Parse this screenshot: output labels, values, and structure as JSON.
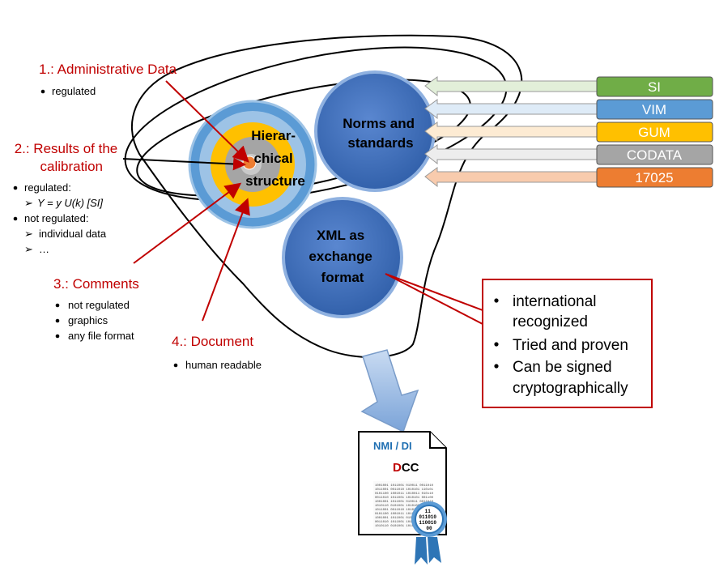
{
  "admin": {
    "heading": "1.: Administrative Data",
    "bullets": [
      "regulated"
    ]
  },
  "results": {
    "heading_line1": "2.: Results of the",
    "heading_line2": "calibration",
    "reg_label": "regulated:",
    "formula": "Y = y  U(k) [SI]",
    "notreg_label": "not regulated:",
    "sub_items": [
      "individual data",
      "…"
    ]
  },
  "comments": {
    "heading": "3.: Comments",
    "bullets": [
      "not regulated",
      "graphics",
      "any file format"
    ]
  },
  "document": {
    "heading": "4.: Document",
    "bullets": [
      "human readable"
    ]
  },
  "hierarchical": {
    "lines": [
      "Hierar-",
      "chical",
      "structure"
    ]
  },
  "norms": {
    "lines": [
      "Norms and",
      "standards"
    ]
  },
  "xml": {
    "lines": [
      "XML as",
      "exchange",
      "format"
    ]
  },
  "tags": [
    {
      "label": "SI",
      "color": "#70ad47",
      "arrow_color": "#e2efd9"
    },
    {
      "label": "VIM",
      "color": "#5b9bd5",
      "arrow_color": "#deebf7"
    },
    {
      "label": "GUM",
      "color": "#ffc000",
      "arrow_color": "#fdebd3"
    },
    {
      "label": "CODATA",
      "color": "#a5a5a5",
      "arrow_color": "#ededed"
    },
    {
      "label": "17025",
      "color": "#ed7d31",
      "arrow_color": "#f8cbad"
    }
  ],
  "callout": {
    "items": [
      [
        "international",
        "recognized"
      ],
      [
        "Tried and proven"
      ],
      [
        "Can be signed",
        "cryptographically"
      ]
    ]
  },
  "dcc_doc": {
    "header": "NMI / DI",
    "title_d": "D",
    "title_cc": "CC",
    "seal_lines": [
      "11",
      "011010",
      "110010",
      "00"
    ]
  },
  "colors": {
    "accent_red": "#c00000",
    "circle_blue": "#4472c4",
    "ring_light": "#9dc3e6",
    "ring_yellow": "#ffc000",
    "ring_gray": "#a5a5a5",
    "core_orange": "#ed7d31"
  }
}
